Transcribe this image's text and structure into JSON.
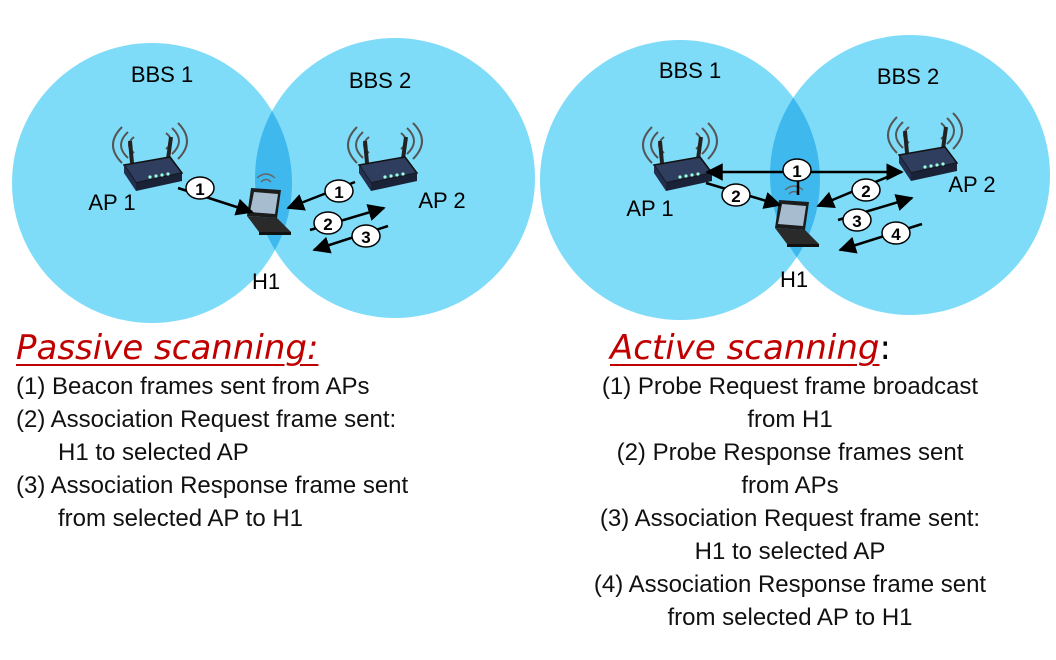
{
  "diagram": {
    "left": {
      "bss1": "BBS 1",
      "bss2": "BBS 2",
      "ap1": "AP 1",
      "ap2": "AP 2",
      "host": "H1",
      "step_labels": [
        "1",
        "1",
        "2",
        "3"
      ]
    },
    "right": {
      "bss1": "BBS 1",
      "bss2": "BBS 2",
      "ap1": "AP 1",
      "ap2": "AP 2",
      "host": "H1",
      "step_labels": [
        "1",
        "2",
        "2",
        "3",
        "4"
      ]
    },
    "colors": {
      "bss_fill": "#7fdcf8",
      "bss_overlap": "#3fb8ee",
      "title": "#c00000"
    }
  },
  "passive": {
    "title": "Passive scanning:",
    "items": [
      {
        "line1": "(1) Beacon frames sent from APs",
        "line2": ""
      },
      {
        "line1": "(2) Association Request frame sent:",
        "line2": "H1 to selected AP"
      },
      {
        "line1": "(3) Association Response frame sent",
        "line2": "from selected AP to H1"
      }
    ]
  },
  "active": {
    "title": "Active scanning",
    "title_suffix": ":",
    "items": [
      {
        "line1": "(1) Probe Request frame broadcast",
        "line2": "from H1"
      },
      {
        "line1": "(2) Probe Response frames sent",
        "line2": "from APs"
      },
      {
        "line1": "(3) Association Request frame sent:",
        "line2": "H1 to selected AP"
      },
      {
        "line1": "(4) Association Response frame sent",
        "line2": "from selected AP to H1"
      }
    ]
  }
}
